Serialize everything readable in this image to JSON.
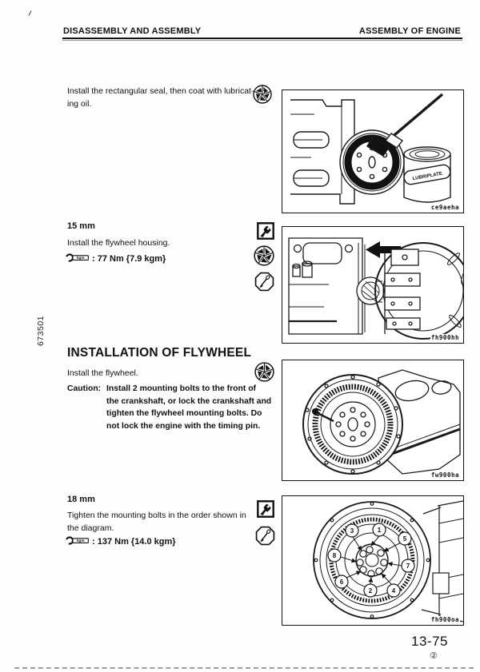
{
  "header": {
    "left": "DISASSEMBLY AND ASSEMBLY",
    "right": "ASSEMBLY OF ENGINE"
  },
  "margin": {
    "code": "673501"
  },
  "sections": {
    "seal": {
      "text": "Install the rectangular seal, then coat with lubricat-\ning oil."
    },
    "flywheel_housing": {
      "wrench_size": "15 mm",
      "instruction": "Install the flywheel housing.",
      "torque_symbol": "kgm",
      "torque": ": 77 Nm {7.9 kgm}"
    },
    "flywheel": {
      "heading": "INSTALLATION OF FLYWHEEL",
      "instruction": "Install the flywheel.",
      "caution_label": "Caution:",
      "caution_text": "Install 2 mounting bolts to the front of\nthe crankshaft, or lock the crankshaft and\ntighten the flywheel mounting bolts. Do\nnot lock the engine with the timing pin."
    },
    "flywheel_bolts": {
      "wrench_size": "18 mm",
      "instruction": "Tighten the mounting bolts in the order shown in\nthe diagram.",
      "torque_symbol": "kgm",
      "torque": ": 137 Nm {14.0 kgm}"
    }
  },
  "figures": {
    "seal_lubrication": {
      "caption": "ce9aeha",
      "can_label": "LUBRIPLATE"
    },
    "flywheel_housing": {
      "caption": "fh900hh"
    },
    "flywheel": {
      "caption": "fw900ha"
    },
    "tightening_order": {
      "caption": "fh900oa",
      "bolt_order": [
        "1",
        "2",
        "3",
        "4",
        "5",
        "6",
        "7",
        "8"
      ]
    }
  },
  "footer": {
    "page_number": "13-75",
    "sheet_badge": "②"
  },
  "colors": {
    "ink": "#111111",
    "paper": "#fdfdfc"
  }
}
